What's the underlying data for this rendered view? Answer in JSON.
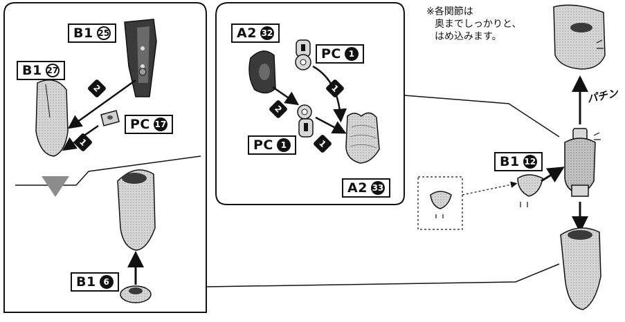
{
  "note": {
    "line1": "※各関節は",
    "line2": "奥までしっかりと、",
    "line3": "はめ込みます。"
  },
  "sound_effect": "パチン",
  "steps": {
    "one": "1",
    "two": "2"
  },
  "labels": {
    "b1_25": {
      "code": "B1",
      "num": "25"
    },
    "b1_27": {
      "code": "B1",
      "num": "27"
    },
    "pc_17": {
      "code": "PC",
      "num": "17"
    },
    "b1_6": {
      "code": "B1",
      "num": "6"
    },
    "a2_32": {
      "code": "A2",
      "num": "32"
    },
    "pc_1_top": {
      "code": "PC",
      "num": "1"
    },
    "pc_1_mid": {
      "code": "PC",
      "num": "1"
    },
    "a2_33": {
      "code": "A2",
      "num": "33"
    },
    "b1_12": {
      "code": "B1",
      "num": "12"
    }
  },
  "colors": {
    "outline": "#111111",
    "part_light": "#d8d8d8",
    "part_mid": "#a9a9a9",
    "part_dark": "#3a3a3a",
    "triangle": "#8c8c8c"
  }
}
